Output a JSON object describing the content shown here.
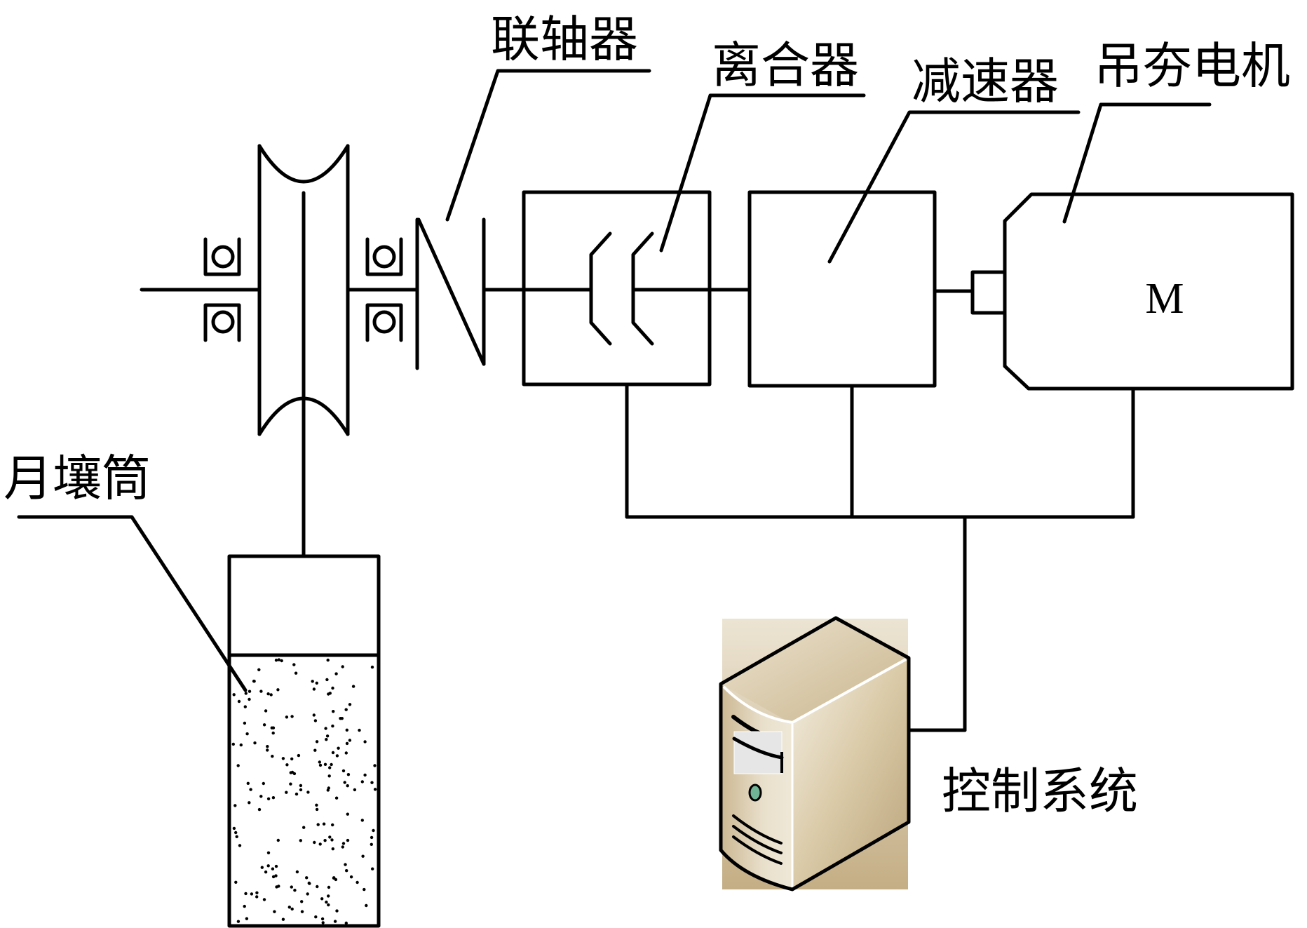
{
  "labels": {
    "coupling": "联轴器",
    "clutch": "离合器",
    "reducer": "减速器",
    "hoist_motor": "吊夯电机",
    "soil_cylinder": "月壤筒",
    "control_system": "控制系统",
    "motor_symbol": "M"
  },
  "colors": {
    "line": "#000000",
    "computer_body": "#d8c9a8",
    "computer_shadow": "#b9a57d",
    "computer_highlight": "#f6f1e6",
    "power_led": "#6fb596"
  }
}
